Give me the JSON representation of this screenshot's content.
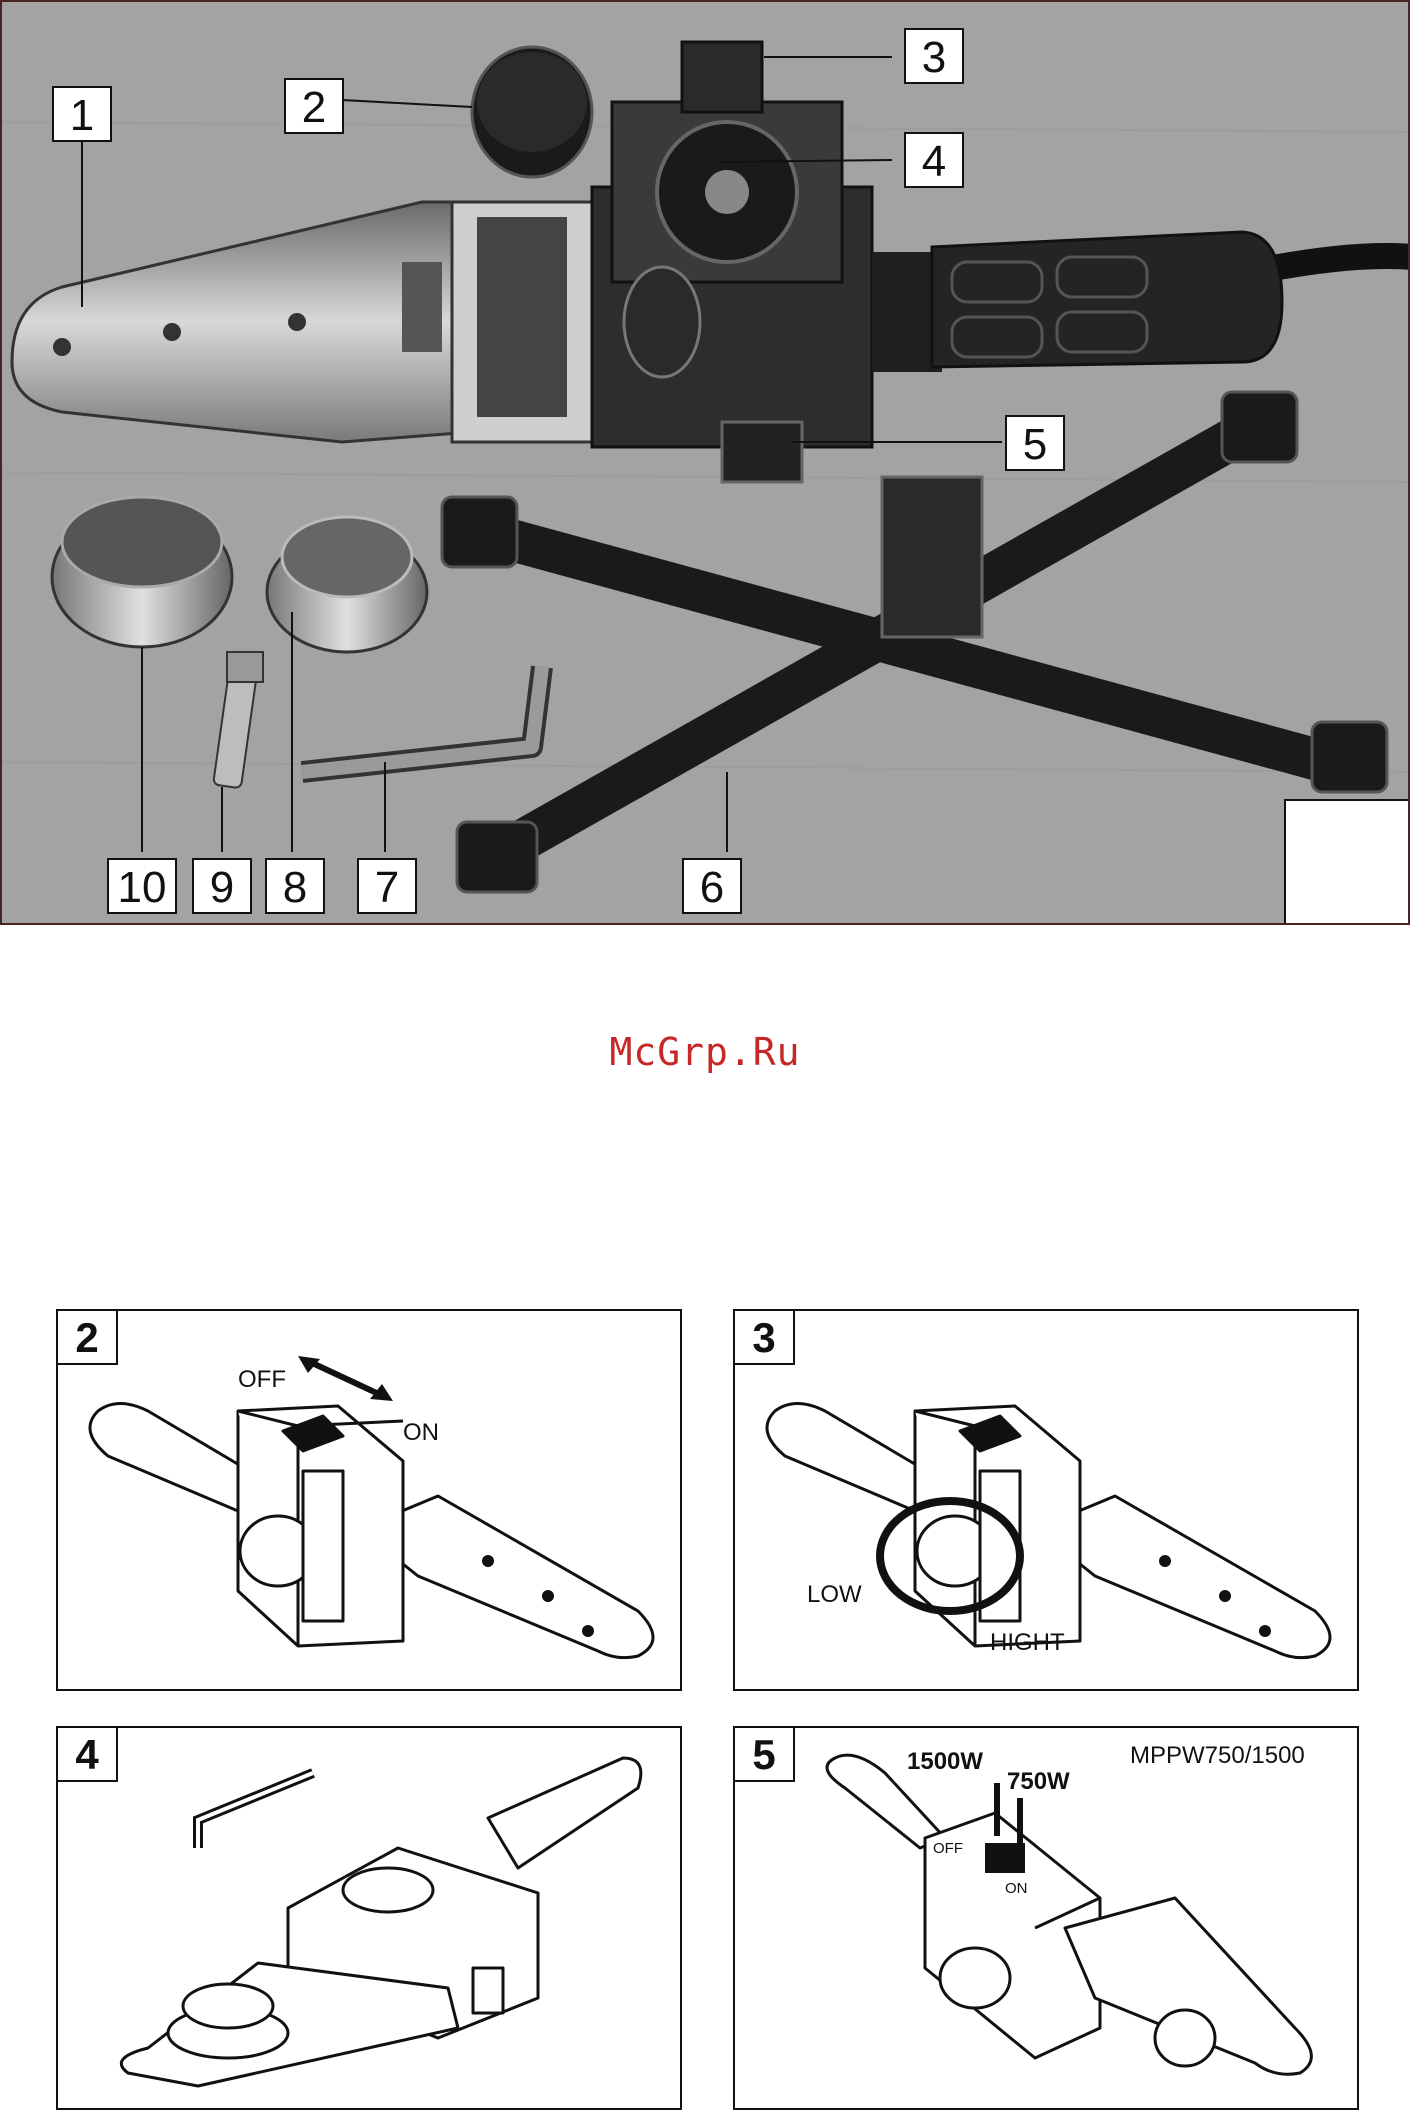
{
  "photo": {
    "callouts": [
      "1",
      "2",
      "3",
      "4",
      "5",
      "6",
      "7",
      "8",
      "9",
      "10"
    ]
  },
  "watermark": "McGrp.Ru",
  "figures": {
    "fig2": {
      "number": "2",
      "off_label": "OFF",
      "on_label": "ON"
    },
    "fig3": {
      "number": "3",
      "low_label": "LOW",
      "high_label": "HIGHT"
    },
    "fig4": {
      "number": "4"
    },
    "fig5": {
      "number": "5",
      "model": "MPPW750/1500",
      "w1500": "1500W",
      "w750": "750W",
      "off_label": "OFF",
      "on_label": "ON"
    }
  }
}
